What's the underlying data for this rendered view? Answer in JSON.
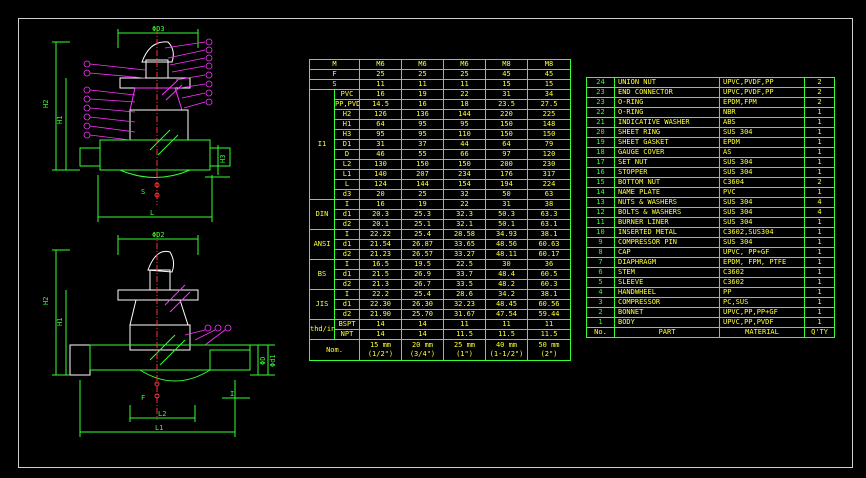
{
  "spec_table": {
    "header": [
      "M",
      "M6",
      "M6",
      "M6",
      "M8",
      "M8"
    ],
    "rows": [
      {
        "g": "",
        "s": "F",
        "v": [
          "25",
          "25",
          "25",
          "45",
          "45"
        ]
      },
      {
        "g": "",
        "s": "S",
        "v": [
          "11",
          "11",
          "11",
          "15",
          "15"
        ]
      },
      {
        "g": "I1",
        "s": "PVC",
        "v": [
          "16",
          "19",
          "22",
          "31",
          "34"
        ]
      },
      {
        "g": "",
        "s": "PP,PVDF",
        "v": [
          "14.5",
          "16",
          "18",
          "23.5",
          "27.5"
        ]
      },
      {
        "g": "",
        "s": "H2",
        "v": [
          "126",
          "136",
          "144",
          "220",
          "225"
        ]
      },
      {
        "g": "",
        "s": "H1",
        "v": [
          "64",
          "95",
          "95",
          "150",
          "148"
        ]
      },
      {
        "g": "",
        "s": "H3",
        "v": [
          "95",
          "95",
          "110",
          "150",
          "150"
        ]
      },
      {
        "g": "",
        "s": "D1",
        "v": [
          "31",
          "37",
          "44",
          "64",
          "79"
        ]
      },
      {
        "g": "",
        "s": "D",
        "v": [
          "46",
          "55",
          "66",
          "97",
          "120"
        ]
      },
      {
        "g": "",
        "s": "L2",
        "v": [
          "130",
          "150",
          "150",
          "200",
          "230"
        ]
      },
      {
        "g": "",
        "s": "L1",
        "v": [
          "140",
          "207",
          "234",
          "176",
          "317"
        ]
      },
      {
        "g": "",
        "s": "L",
        "v": [
          "124",
          "144",
          "154",
          "194",
          "224"
        ]
      },
      {
        "g": "",
        "s": "d3",
        "v": [
          "20",
          "25",
          "32",
          "50",
          "63"
        ]
      },
      {
        "g": "DIN",
        "s": "I",
        "v": [
          "16",
          "19",
          "22",
          "31",
          "38"
        ]
      },
      {
        "g": "",
        "s": "d1",
        "v": [
          "20.3",
          "25.3",
          "32.3",
          "50.3",
          "63.3"
        ]
      },
      {
        "g": "",
        "s": "d2",
        "v": [
          "20.1",
          "25.1",
          "32.1",
          "50.1",
          "63.1"
        ]
      },
      {
        "g": "ANSI",
        "s": "I",
        "v": [
          "22.22",
          "25.4",
          "28.58",
          "34.93",
          "38.1"
        ]
      },
      {
        "g": "",
        "s": "d1",
        "v": [
          "21.54",
          "26.87",
          "33.65",
          "48.56",
          "60.63"
        ]
      },
      {
        "g": "",
        "s": "d2",
        "v": [
          "21.23",
          "26.57",
          "33.27",
          "48.11",
          "60.17"
        ]
      },
      {
        "g": "BS",
        "s": "I",
        "v": [
          "16.5",
          "19.5",
          "22.5",
          "30",
          "36"
        ]
      },
      {
        "g": "",
        "s": "d1",
        "v": [
          "21.5",
          "26.9",
          "33.7",
          "48.4",
          "60.5"
        ]
      },
      {
        "g": "",
        "s": "d2",
        "v": [
          "21.3",
          "26.7",
          "33.5",
          "48.2",
          "60.3"
        ]
      },
      {
        "g": "JIS",
        "s": "I",
        "v": [
          "22.2",
          "25.4",
          "28.6",
          "34.2",
          "38.1"
        ]
      },
      {
        "g": "",
        "s": "d1",
        "v": [
          "22.30",
          "26.30",
          "32.23",
          "48.45",
          "60.56"
        ]
      },
      {
        "g": "",
        "s": "d2",
        "v": [
          "21.90",
          "25.70",
          "31.67",
          "47.54",
          "59.44"
        ]
      },
      {
        "g": "thd/in",
        "s": "BSPT",
        "v": [
          "14",
          "14",
          "11",
          "11",
          "11"
        ]
      },
      {
        "g": "",
        "s": "NPT",
        "v": [
          "14",
          "14",
          "11.5",
          "11.5",
          "11.5"
        ]
      }
    ],
    "footer_label": "Nom.",
    "footer": [
      [
        "15 mm",
        "(1/2\")"
      ],
      [
        "20 mm",
        "(3/4\")"
      ],
      [
        "25 mm",
        "(1\")"
      ],
      [
        "40 mm",
        "(1-1/2\")"
      ],
      [
        "50 mm",
        "(2\")"
      ]
    ]
  },
  "parts_table": {
    "rows": [
      [
        "24",
        "UNION NUT",
        "UPVC,PVDF,PP",
        "2"
      ],
      [
        "23",
        "END CONNECTOR",
        "UPVC,PVDF,PP",
        "2"
      ],
      [
        "23",
        "O-RING",
        "EPDM,FPM",
        "2"
      ],
      [
        "22",
        "O-RING",
        "NBR",
        "1"
      ],
      [
        "21",
        "INDICATIVE WASHER",
        "ABS",
        "1"
      ],
      [
        "20",
        "SHEET RING",
        "SUS 304",
        "1"
      ],
      [
        "19",
        "SHEET GASKET",
        "EPDM",
        "1"
      ],
      [
        "18",
        "GAUGE COVER",
        "AS",
        "1"
      ],
      [
        "17",
        "SET NUT",
        "SUS 304",
        "1"
      ],
      [
        "16",
        "STOPPER",
        "SUS 304",
        "1"
      ],
      [
        "15",
        "BOTTOM NUT",
        "C3604",
        "2"
      ],
      [
        "14",
        "NAME PLATE",
        "PVC",
        "1"
      ],
      [
        "13",
        "NUTS & WASHERS",
        "SUS 304",
        "4"
      ],
      [
        "12",
        "BOLTS & WASHERS",
        "SUS 304",
        "4"
      ],
      [
        "11",
        "BURNER LINER",
        "SUS 304",
        "1"
      ],
      [
        "10",
        "INSERTED METAL",
        "C3602,SUS304",
        "1"
      ],
      [
        "9",
        "COMPRESSOR PIN",
        "SUS 304",
        "1"
      ],
      [
        "8",
        "CAP",
        "UPVC, PP+GF",
        "1"
      ],
      [
        "7",
        "DIAPHRAGM",
        "EPDM, FPM, PTFE",
        "1"
      ],
      [
        "6",
        "STEM",
        "C3602",
        "1"
      ],
      [
        "5",
        "SLEEVE",
        "C3602",
        "1"
      ],
      [
        "4",
        "HANDWHEEL",
        "PP",
        "1"
      ],
      [
        "3",
        "COMPRESSOR",
        "PC,SUS",
        "1"
      ],
      [
        "2",
        "BONNET",
        "UPVC,PP,PP+GF",
        "1"
      ],
      [
        "1",
        "BODY",
        "UPVC,PP,PVDF",
        "1"
      ]
    ],
    "header": [
      "No.",
      "PART",
      "MATERIAL",
      "Q'TY"
    ]
  },
  "drawing_labels": {
    "top_dim": "ΦD3",
    "mid_dim": "ΦD2",
    "h2": "H2",
    "h1": "H1",
    "h3": "H3",
    "l": "L",
    "l1": "L1",
    "l2": "L2",
    "i": "I",
    "d": "ΦD",
    "d1": "Φd1",
    "f": "F",
    "s": "S"
  }
}
